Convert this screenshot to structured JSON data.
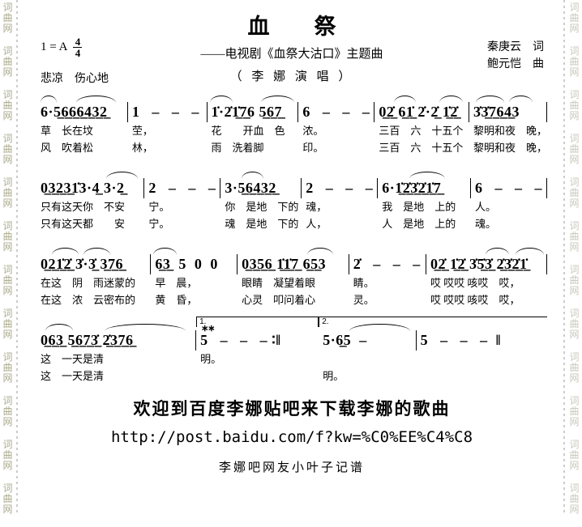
{
  "watermark": {
    "text": "词曲网",
    "left_color": "#a9a98c",
    "right_color": "#c7c7bb",
    "dash_color": "#cccccc"
  },
  "header": {
    "title": "血　祭",
    "subtitle": "——电视剧《血祭大沽口》主题曲",
    "performer": "（ 李 娜 演 唱 ）",
    "lyricist": "秦庚云　词",
    "composer": "鲍元恺　曲",
    "key": "1 = A",
    "time_top": "4",
    "time_bottom": "4",
    "tempo": "悲凉　伤心地"
  },
  "systems": [
    {
      "measures": [
        {
          "notes": "6·5̲6̲6̲6̲4̲3̲2̲",
          "l1": "草　长在坟",
          "l2": "风　吹着松",
          "arcs": [
            [
              2,
              18
            ],
            [
              42,
              45
            ]
          ],
          "flex": 1.45
        },
        {
          "notes": "1   –   –   –",
          "l1": "茔，",
          "l2": "林，",
          "flex": 1.25
        },
        {
          "notes": "1̇·2̇1̲̇7̲6 5̲6̲7̲",
          "l1": "花　　开血　色",
          "l2": "雨　洗着脚",
          "arcs": [
            [
              0,
              26
            ],
            [
              58,
              38
            ]
          ],
          "flex": 1.45
        },
        {
          "notes": "6   –   –   –",
          "l1": "浓。",
          "l2": "印。",
          "flex": 1.2
        },
        {
          "notes": "0̲2̲̇ 6̲1̲̇ 2̇·2̲̇ 1̲̇2̲̇",
          "l1": "三百　六　十五个",
          "l2": "三百　六　十五个",
          "arcs": [
            [
              18,
              24
            ],
            [
              68,
              26
            ]
          ],
          "flex": 1.5
        },
        {
          "notes": "3̇3̲̇7̲6̲4̲3",
          "l1": "黎明和夜　晚，",
          "l2": "黎明和夜　晚，",
          "arcs": [
            [
              5,
              38
            ],
            [
              50,
              32
            ]
          ],
          "flex": 1.15
        }
      ]
    },
    {
      "measures": [
        {
          "notes": "0̲3̲2̲3̲1̇3·4̲ 3·2̲",
          "l1": "只有这天你　不安",
          "l2": "只有这天都　　安",
          "arcs": [
            [
              64,
              30
            ]
          ],
          "flex": 1.75
        },
        {
          "notes": "2   –   –   –",
          "l1": "宁。",
          "l2": "宁。",
          "flex": 1.15
        },
        {
          "notes": "3·5̲6̲4̲3̲2̲",
          "l1": "你　是地　下的",
          "l2": "魂　是地　下的",
          "arcs": [
            [
              24,
              28
            ]
          ],
          "flex": 1.3
        },
        {
          "notes": "2   –   –   –",
          "l1": "魂，",
          "l2": "人，",
          "flex": 1.15
        },
        {
          "notes": "6·1̲̇2̲̇3̲̇2̲̇1̲̇7̲",
          "l1": "我　是地　上的",
          "l2": "人　是地　上的",
          "arcs": [
            [
              32,
              40
            ]
          ],
          "flex": 1.5
        },
        {
          "notes": "6   –   –   –",
          "l1": "人。",
          "l2": "魂。",
          "flex": 1.15
        }
      ]
    },
    {
      "measures": [
        {
          "notes": "0̲2̲1̲̇2̲̇ 3̇·3̲̇ 3̲7̲6̲",
          "l1": "在这　阴　雨迷蒙的",
          "l2": "在这　浓　云密布的",
          "arcs": [
            [
              12,
              24
            ],
            [
              40,
              24
            ]
          ],
          "flex": 1.8
        },
        {
          "notes": "6̲3̲  5  0  0",
          "l1": "早　晨，",
          "l2": "黄　昏，",
          "arcs": [
            [
              0,
              28
            ]
          ],
          "flex": 1.35
        },
        {
          "notes": "0̲3̲5̲6̲ 1̲̇1̲̇7̲ 6̲5̲3",
          "l1": "眼睛　凝望着眼",
          "l2": "心灵　叩问着心",
          "arcs": [
            [
              62,
              24
            ]
          ],
          "flex": 1.75
        },
        {
          "notes": "2̇   –   –   –",
          "l1": "睛。",
          "l2": "灵。",
          "flex": 1.2
        },
        {
          "notes": "0̲2̲̇ 1̲̇2̲̇ 3̇5̲̇3̲̇ 2̲̇3̲̇2̲̇1̲̇",
          "l1": "哎 哎哎 咳哎　哎，",
          "l2": "哎 哎哎 咳哎　哎，",
          "arcs": [
            [
              48,
              20
            ],
            [
              74,
              24
            ]
          ],
          "flex": 1.9
        }
      ]
    },
    {
      "measures": [
        {
          "notes": "0̲6̲3̲ 5̲6̲7̲3̲̇ 2̲̇3̲7̲6̲",
          "l1": "这　一天是清",
          "l2": "这　一天是清",
          "arcs": [
            [
              4,
              18
            ],
            [
              42,
              52
            ]
          ],
          "flex": 1.9
        },
        {
          "notes": "5   –   –   – ∶‖",
          "l1": "明。",
          "l2": "",
          "volta": "1.",
          "ornament": "∗∗",
          "bar": false,
          "flex": 1.45
        },
        {
          "notes": "5·6̲5  –",
          "l1": "",
          "l2": "明。",
          "volta": "2.",
          "arcs": [
            [
              30,
              64
            ]
          ],
          "flex": 1.15
        },
        {
          "notes": "5   –   –   –  ‖",
          "l1": "",
          "l2": "",
          "volta_cont": true,
          "bar": false,
          "flex": 1.55
        }
      ]
    }
  ],
  "footer": {
    "promo": "欢迎到百度李娜贴吧来下载李娜的歌曲",
    "url": "http://post.baidu.com/f?kw=%C0%EE%C4%C8",
    "transcriber": "李娜吧网友小叶子记谱"
  }
}
